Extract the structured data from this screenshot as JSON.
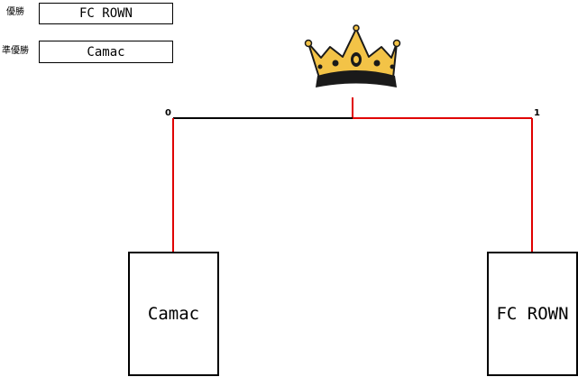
{
  "results": {
    "champion_label": "優勝",
    "champion_team": "FC ROWN",
    "runner_up_label": "準優勝",
    "runner_up_team": "Camac"
  },
  "match": {
    "left_team": "Camac",
    "right_team": "FC ROWN",
    "left_score": "0",
    "right_score": "1",
    "winner": "right"
  },
  "colors": {
    "winner_line": "#e00000",
    "loser_line": "#000000",
    "crown_gold": "#f3c347",
    "crown_dark": "#1a1a1a"
  },
  "icons": {
    "trophy": "crown-icon"
  }
}
